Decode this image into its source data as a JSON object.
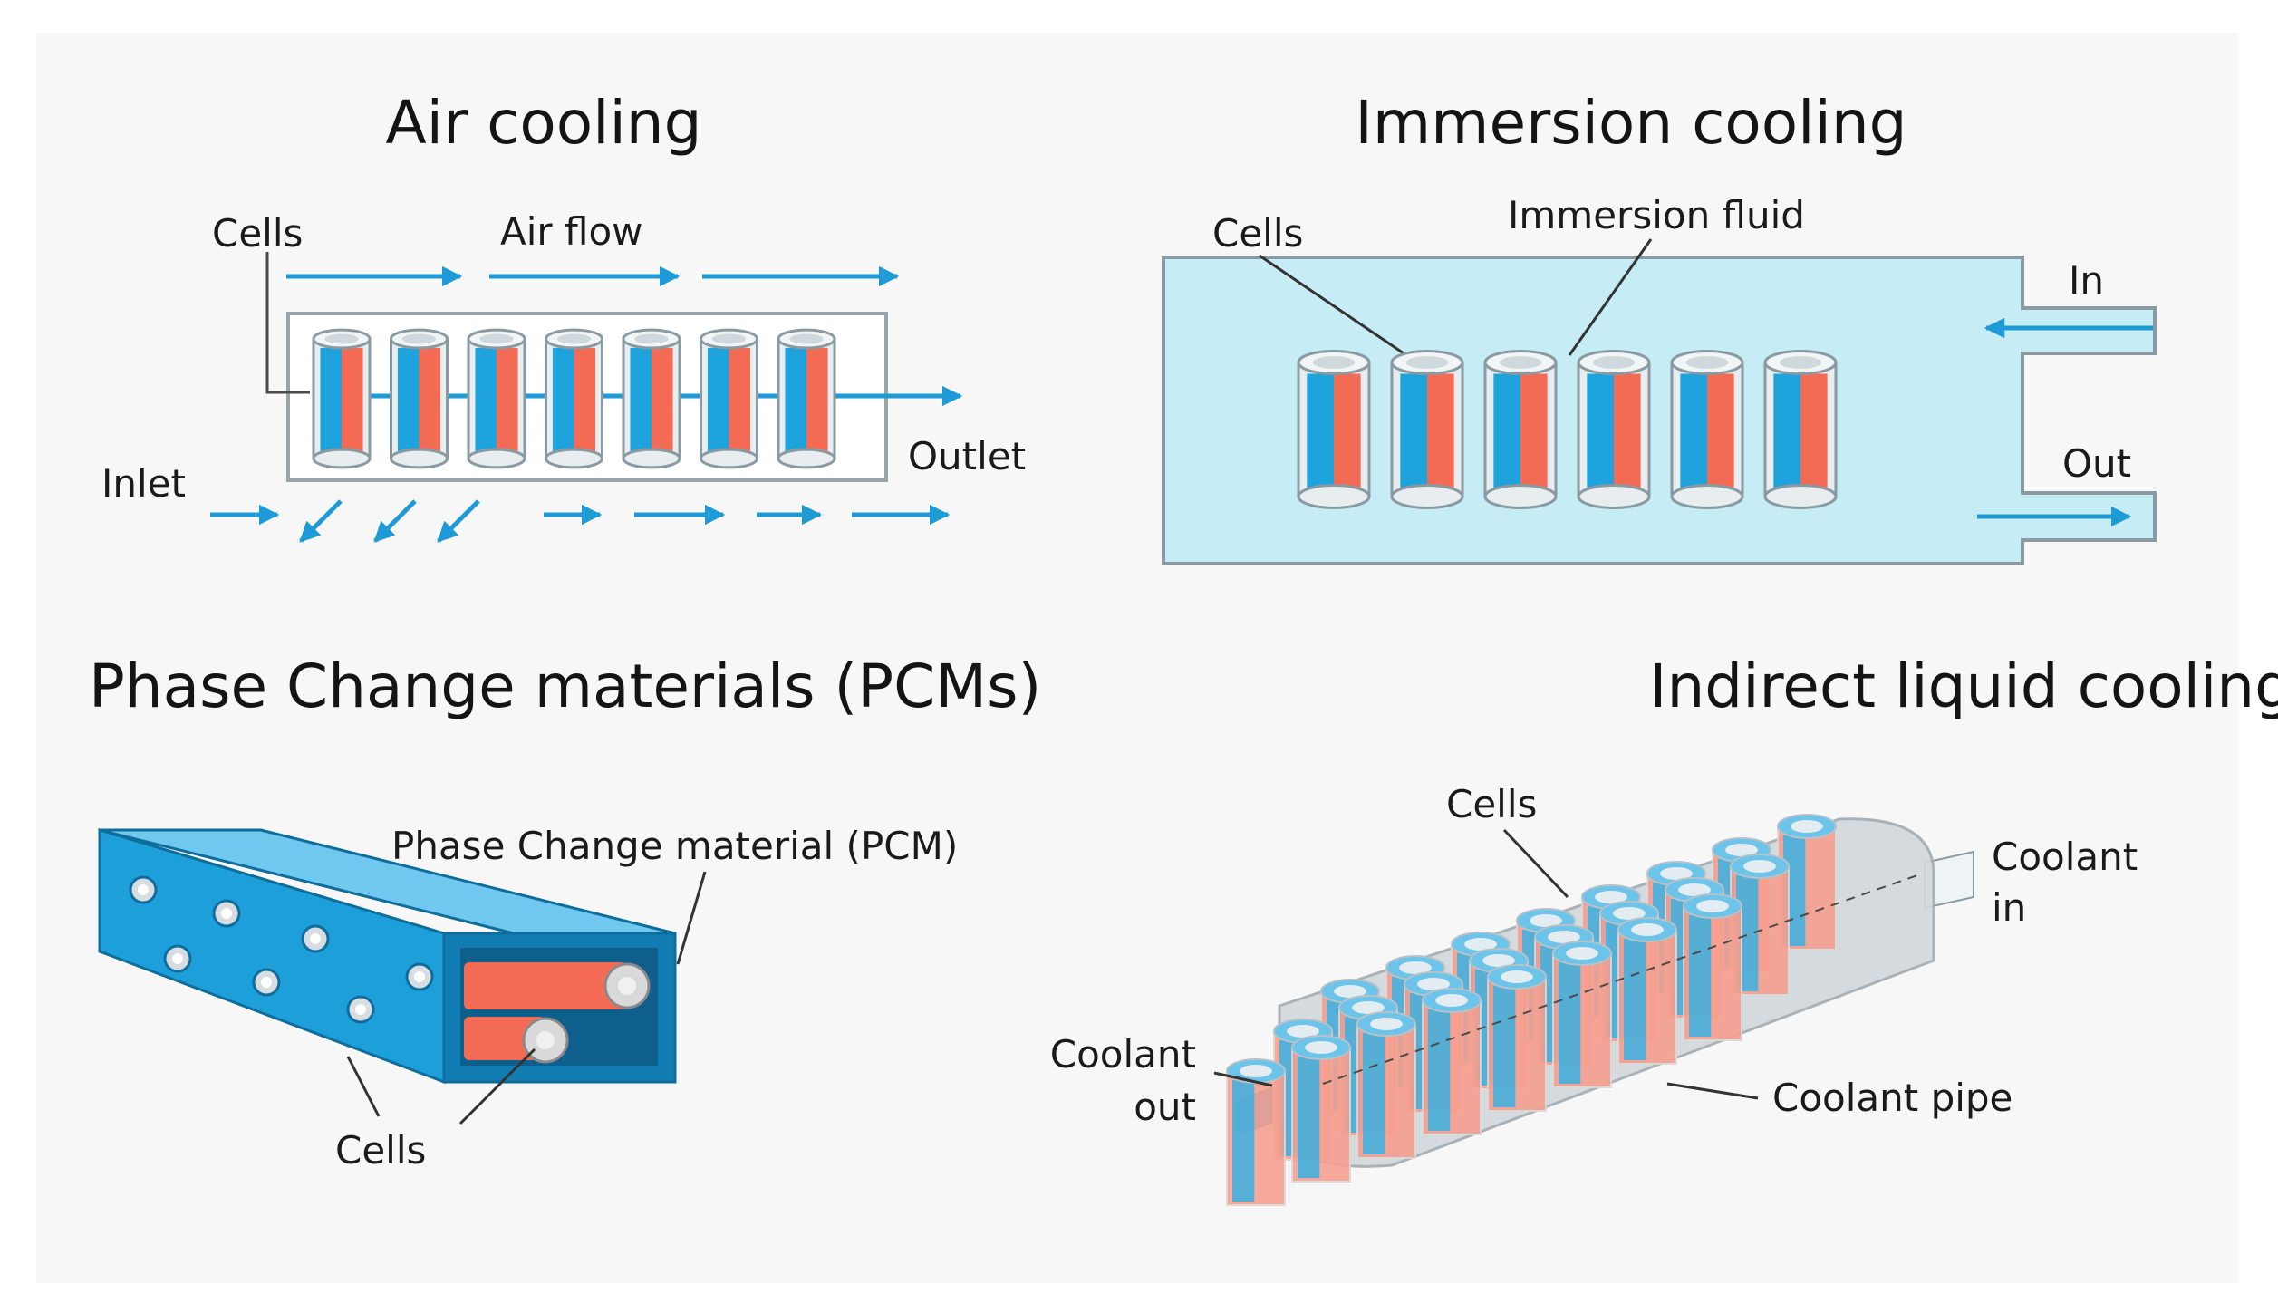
{
  "panels": {
    "air": {
      "title": "Air cooling",
      "labels": {
        "cells": "Cells",
        "air_flow": "Air flow",
        "inlet": "Inlet",
        "outlet": "Outlet"
      },
      "cell_count": 7
    },
    "immersion": {
      "title": "Immersion cooling",
      "labels": {
        "cells": "Cells",
        "fluid": "Immersion fluid",
        "in": "In",
        "out": "Out"
      },
      "cell_count": 6
    },
    "pcm": {
      "title": "Phase Change materials (PCMs)",
      "labels": {
        "pcm": "Phase Change material (PCM)",
        "cells": "Cells"
      }
    },
    "indirect": {
      "title": "Indirect liquid cooling",
      "labels": {
        "cells": "Cells",
        "coolant_in_1": "Coolant",
        "coolant_in_2": "in",
        "coolant_out_1": "Coolant",
        "coolant_out_2": "out",
        "coolant_pipe": "Coolant pipe"
      },
      "cell_rows": 3,
      "cells_per_row": 8
    }
  },
  "colors": {
    "cell_blue": "#1ea3dc",
    "cell_red": "#f46b55",
    "arrow_blue": "#1e9ad6",
    "immersion_fluid": "#c6ecf5",
    "pcm_block": "#1d9fd9",
    "pcm_block_dark": "#127db3",
    "housing_grey": "#d2d8dc"
  }
}
